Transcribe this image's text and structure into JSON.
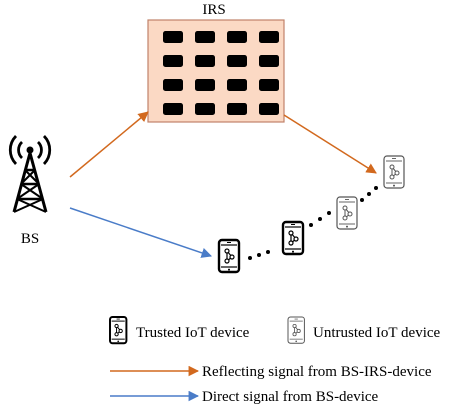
{
  "irs": {
    "label": "IRS",
    "fill_color": "#fbd9c4",
    "border_color": "#c0826a",
    "rows": 4,
    "cols": 4
  },
  "bs": {
    "label": "BS",
    "icon": "cell-tower-icon"
  },
  "devices": {
    "trusted_icon": "smartphone-icon",
    "untrusted_icon": "smartphone-icon"
  },
  "legend": {
    "trusted": "Trusted IoT device",
    "untrusted": "Untrusted IoT device",
    "reflecting": "Reflecting signal from BS-IRS-device",
    "direct": "Direct signal from BS-device"
  },
  "colors": {
    "reflecting_arrow": "#d2691e",
    "direct_arrow": "#4a7cc8",
    "trusted_device": "#000000",
    "untrusted_device": "#555555"
  }
}
